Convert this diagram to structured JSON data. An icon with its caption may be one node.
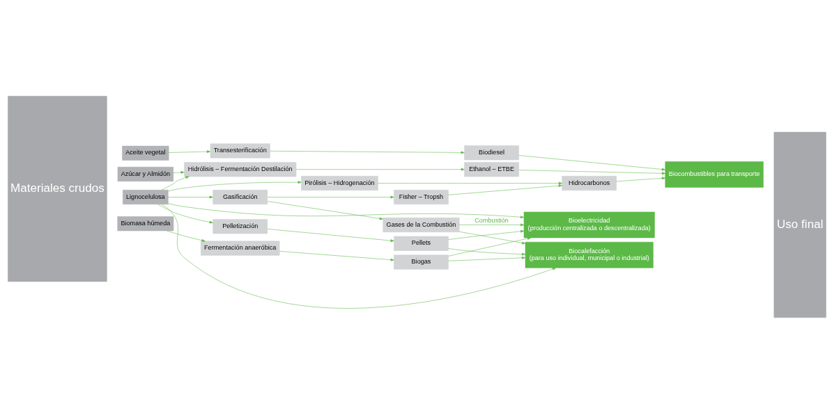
{
  "diagram": {
    "nodes": [
      {
        "text": [
          "Materiales crudos"
        ]
      },
      {
        "text": [
          "Aceite vegetal"
        ]
      },
      {
        "text": [
          "Transesterificación"
        ]
      },
      {
        "text": [
          "Biodiesel"
        ]
      },
      {
        "text": [
          "Biocombustibles para transporte"
        ]
      },
      {
        "text": [
          "Azúcar y Almidón"
        ]
      },
      {
        "text": [
          "Hidrólisis – Fermentación Destilación"
        ]
      },
      {
        "text": [
          "Ethanol – ETBE"
        ]
      },
      {
        "text": [
          "Pirólisis – Hidrogenación"
        ]
      },
      {
        "text": [
          "Hidrocarbonos"
        ]
      },
      {
        "text": [
          "Fisher – Tropsh"
        ]
      },
      {
        "text": [
          "Bioelectricidad",
          "(producción centralizada o descentralizada)"
        ]
      },
      {
        "text": [
          "Lignocelulosa"
        ]
      },
      {
        "text": [
          "Gasificación"
        ]
      },
      {
        "text": [
          "Gases de la Combustión"
        ]
      },
      {
        "text": [
          "Pelletización"
        ]
      },
      {
        "text": [
          "Pellets"
        ]
      },
      {
        "text": [
          "Biocalefacción",
          "(para uso individual, municipal o industrial)"
        ]
      },
      {
        "text": [
          "Biomasa húmeda"
        ]
      },
      {
        "text": [
          "Fermentación anaeróbica"
        ]
      },
      {
        "text": [
          "Biogas"
        ]
      },
      {
        "text": [
          "Uso final"
        ]
      }
    ],
    "edges": [
      {
        "from": 1,
        "to": 2,
        "arrow": "to"
      },
      {
        "from": 2,
        "to": 3,
        "arrow": "to"
      },
      {
        "from": 3,
        "to": 4,
        "arrow": "to"
      },
      {
        "from": 5,
        "to": 6,
        "arrow": "to"
      },
      {
        "from": 6,
        "to": 7,
        "arrow": "to"
      },
      {
        "from": 7,
        "to": 4,
        "arrow": "to"
      },
      {
        "from": 12,
        "to": 6,
        "arrow": "to"
      },
      {
        "from": 12,
        "to": 8,
        "arrow": "to"
      },
      {
        "from": 12,
        "to": 13,
        "arrow": "to"
      },
      {
        "from": 12,
        "to": 15,
        "arrow": "to"
      },
      {
        "from": 8,
        "to": 9,
        "arrow": "to"
      },
      {
        "from": 9,
        "to": 4,
        "arrow": "to"
      },
      {
        "from": 13,
        "to": 10,
        "arrow": "to"
      },
      {
        "from": 10,
        "to": 9,
        "arrow": "to"
      },
      {
        "from": 13,
        "to": 14,
        "arrow": "to"
      },
      {
        "from": 15,
        "to": 16,
        "arrow": "to"
      },
      {
        "from": 18,
        "to": 19,
        "arrow": "to"
      },
      {
        "from": 19,
        "to": 20,
        "arrow": "to"
      },
      {
        "from": 14,
        "to": 11,
        "arrow": "to",
        "label": "Combustión"
      },
      {
        "from": 14,
        "to": 17,
        "arrow": "to"
      },
      {
        "from": 16,
        "to": 11,
        "arrow": "to"
      },
      {
        "from": 16,
        "to": 17,
        "arrow": "to"
      },
      {
        "from": 12,
        "to": 11,
        "arrow": "to"
      },
      {
        "from": 12,
        "to": 17,
        "arrow": "to"
      },
      {
        "from": 20,
        "to": 11,
        "arrow": "to"
      },
      {
        "from": 20,
        "to": 17,
        "arrow": "to"
      }
    ]
  }
}
